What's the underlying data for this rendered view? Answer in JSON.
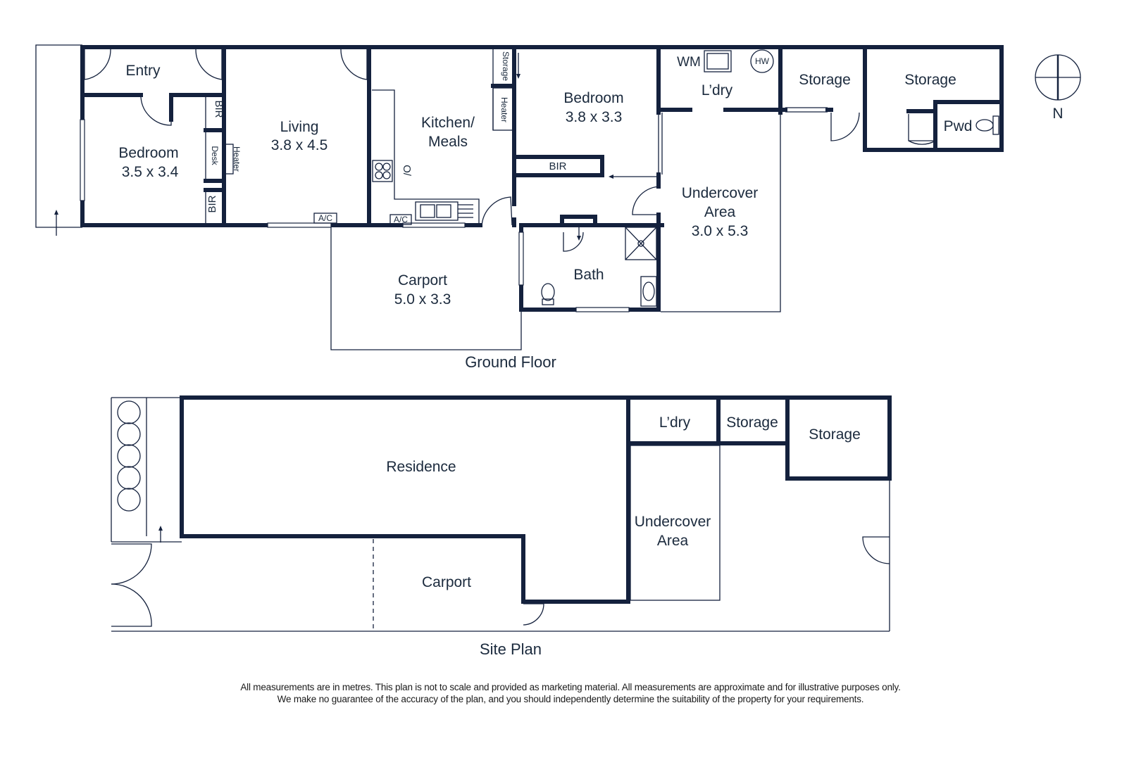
{
  "ground_floor": {
    "title": "Ground Floor",
    "rooms": {
      "entry": {
        "name": "Entry"
      },
      "bedroom1": {
        "name": "Bedroom",
        "size": "3.5 x 3.4"
      },
      "living": {
        "name": "Living",
        "size": "3.8 x 4.5"
      },
      "kitchen": {
        "name_line1": "Kitchen/",
        "name_line2": "Meals"
      },
      "bedroom2": {
        "name": "Bedroom",
        "size": "3.8 x 3.3"
      },
      "laundry": {
        "name": "L’dry"
      },
      "storage1": {
        "name": "Storage"
      },
      "storage2": {
        "name": "Storage"
      },
      "powder": {
        "name": "Pwd"
      },
      "undercover": {
        "name_line1": "Undercover",
        "name_line2": "Area",
        "size": "3.0 x 5.3"
      },
      "bath": {
        "name": "Bath"
      },
      "carport": {
        "name": "Carport",
        "size": "5.0 x 3.3"
      }
    },
    "fixtures": {
      "bir_a": "BIR",
      "bir_b": "BIR",
      "bir_c": "BIR",
      "desk": "Desk",
      "heater_a": "Heater",
      "heater_b": "Heater",
      "storage_small": "Storage",
      "oven": "O/",
      "ac_a": "A/C",
      "ac_b": "A/C",
      "wm": "WM",
      "hw": "HW"
    },
    "compass": "N"
  },
  "site_plan": {
    "title": "Site Plan",
    "areas": {
      "residence": "Residence",
      "laundry": "L’dry",
      "storage1": "Storage",
      "storage2": "Storage",
      "undercover_line1": "Undercover",
      "undercover_line2": "Area",
      "carport": "Carport"
    }
  },
  "disclaimer": {
    "line1": "All measurements are in metres. This plan is not to scale and provided as marketing material. All measurements are approximate and for illustrative purposes only.",
    "line2": "We make no guarantee of the accuracy of the plan, and you should independently determine the suitability of the property for your requirements."
  },
  "colors": {
    "wall": "#14213d",
    "text": "#1b2a3d",
    "background": "#ffffff"
  }
}
